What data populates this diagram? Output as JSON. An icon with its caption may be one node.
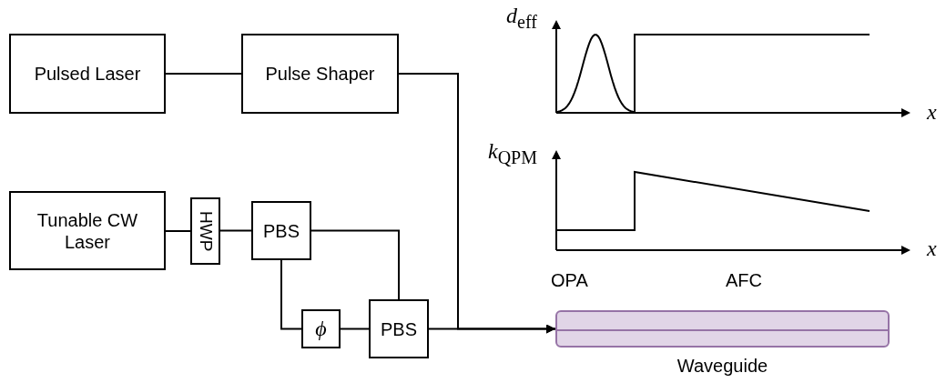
{
  "diagram": {
    "nodes": [
      {
        "text": [
          "Pulsed Laser"
        ]
      },
      {
        "text": [
          "Pulse Shaper"
        ]
      },
      {
        "text": [
          "Tunable CW Laser"
        ]
      },
      {
        "text": [
          "HWP"
        ]
      },
      {
        "text": [
          "PBS"
        ]
      },
      {
        "text": [
          "ϕ"
        ]
      },
      {
        "text": [
          "PBS"
        ]
      },
      {
        "text": [
          "Waveguide"
        ]
      }
    ],
    "edges": [
      {
        "from": 0,
        "to": 1,
        "arrow": "none"
      },
      {
        "from": 1,
        "to": 7,
        "arrow": "to"
      },
      {
        "from": 2,
        "to": 3,
        "arrow": "none"
      },
      {
        "from": 3,
        "to": 4,
        "arrow": "none"
      },
      {
        "from": 4,
        "to": 6,
        "arrow": "none"
      },
      {
        "from": 4,
        "to": 5,
        "arrow": "none"
      },
      {
        "from": 5,
        "to": 6,
        "arrow": "none"
      },
      {
        "from": 6,
        "to": 7,
        "arrow": "to"
      }
    ],
    "labels": [
      "*d*$_{eff}$",
      "*x*",
      "*k*$_{QPM}$",
      "*x*",
      "OPA",
      "AFC"
    ]
  }
}
